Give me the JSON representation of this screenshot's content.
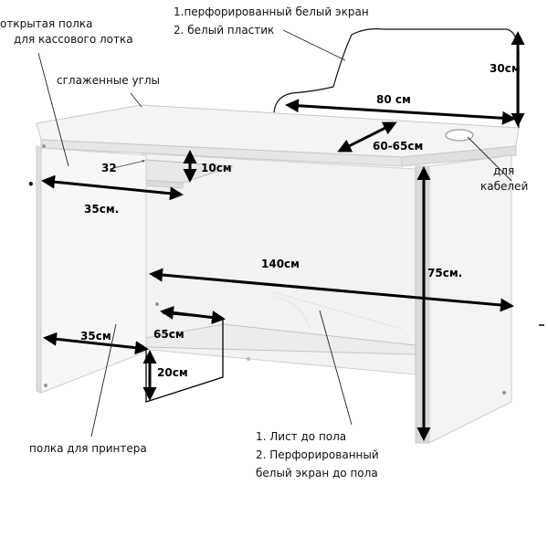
{
  "notes": {
    "top_screen_1": "1.перфорированный белый экран",
    "top_screen_2": "2. белый пластик",
    "open_shelf_1": "открытая полка",
    "open_shelf_2": "для кассового лотка",
    "rounded_corners": "сглаженные углы",
    "cable_1": "для",
    "cable_2": "кабелей",
    "printer_shelf": "полка для принтера",
    "front_1": "1. Лист до пола",
    "front_2": "2. Перфорированный",
    "front_3": "белый экран до пола"
  },
  "dims": {
    "screen_height": "30см",
    "top_width": "80 см",
    "top_depth": "60-65см",
    "tray_width": "32",
    "tray_height": "10см",
    "tray_depth": "35см.",
    "length": "140см",
    "height": "75см.",
    "printer_depth": "35см",
    "printer_width": "65см",
    "printer_height": "20см"
  }
}
